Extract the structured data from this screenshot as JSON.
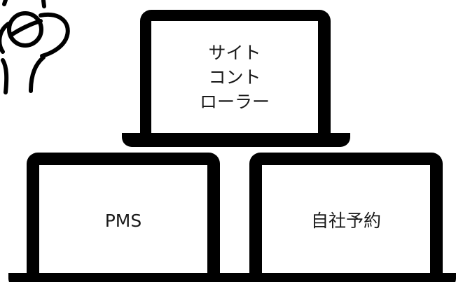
{
  "laptops": {
    "top": {
      "label": "サイト\nコント\nローラー"
    },
    "left": {
      "label": "PMS"
    },
    "right": {
      "label": "自社予約"
    }
  },
  "colors": {
    "device": "#000000",
    "screen": "#ffffff",
    "text": "#1a1a1a"
  },
  "icons": {
    "person": "thinking-person-icon"
  }
}
